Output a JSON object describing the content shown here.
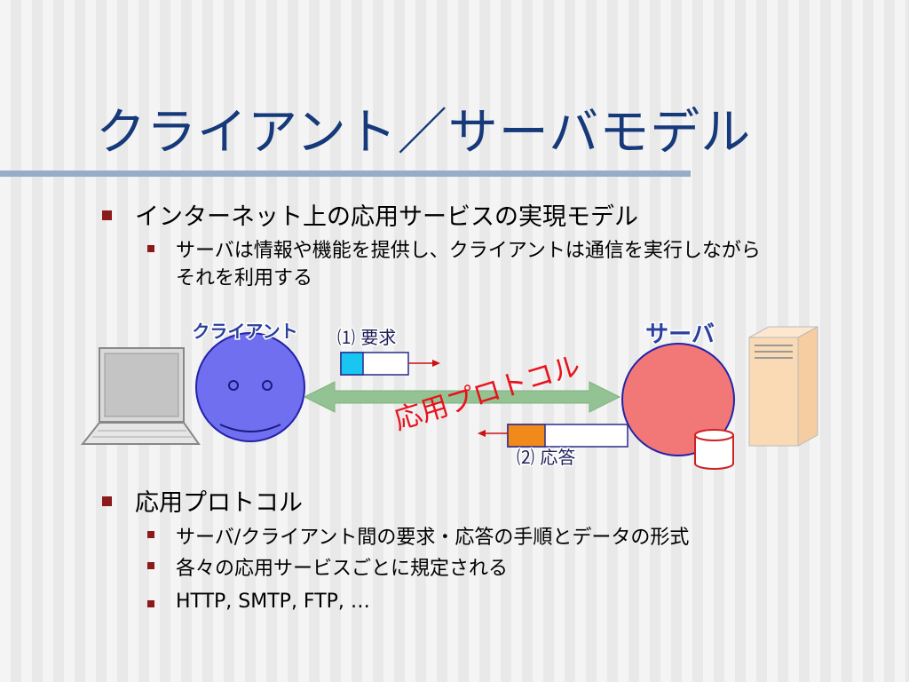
{
  "slide": {
    "title": "クライアント／サーバモデル"
  },
  "bullets": {
    "model": {
      "text": "インターネット上の応用サービスの実現モデル",
      "sub1_line1": "サーバは情報や機能を提供し、クライアントは通信を実行しながら",
      "sub1_line2": "それを利用する"
    },
    "protocol": {
      "text": "応用プロトコル",
      "subs": [
        "サーバ/クライアント間の要求・応答の手順とデータの形式",
        "各々の応用サービスごとに規定される",
        "HTTP, SMTP, FTP, …"
      ]
    }
  },
  "diagram": {
    "client_label": "クライアント",
    "server_label": "サーバ",
    "request_label": "⑴ 要求",
    "response_label": "⑵ 応答",
    "protocol_label": "応用プロトコル",
    "colors": {
      "client": "#6f6ff0",
      "server": "#f27777",
      "arrow": "#93c393",
      "request_cell": "#19c6f2",
      "response_cell": "#f18a1a",
      "protocol_text": "#e8121d",
      "title": "#16397a"
    }
  }
}
